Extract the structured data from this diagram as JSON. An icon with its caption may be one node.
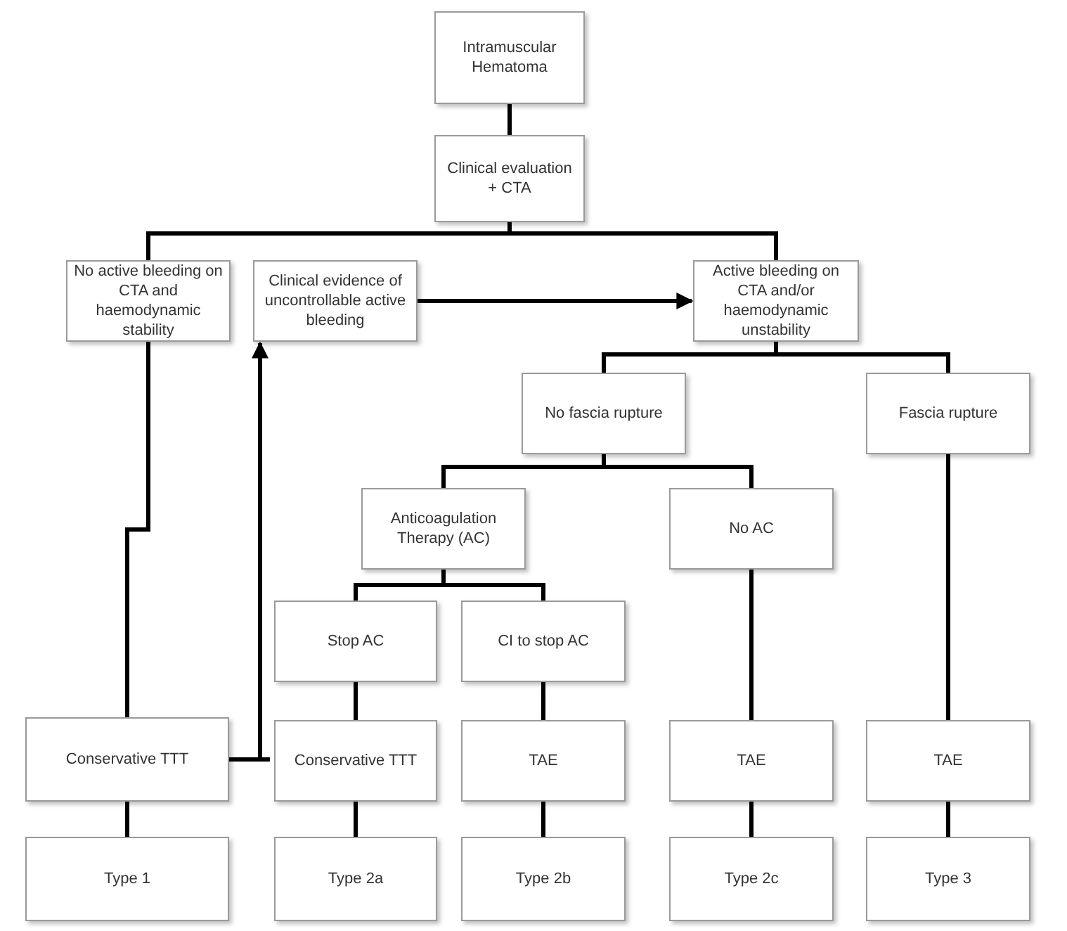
{
  "diagram": {
    "nodes": [
      {
        "text": [
          "Intramuscular Hematoma"
        ]
      },
      {
        "text": [
          "Clinical evaluation + CTA"
        ]
      },
      {
        "text": [
          "No active bleeding on CTA and haemodynamic stability"
        ]
      },
      {
        "text": [
          "Clinical evidence of uncontrollable active bleeding"
        ]
      },
      {
        "text": [
          "Active bleeding on CTA and/or haemodynamic unstability"
        ]
      },
      {
        "text": [
          "No fascia rupture"
        ]
      },
      {
        "text": [
          "Fascia rupture"
        ]
      },
      {
        "text": [
          "Anticoagulation Therapy (AC)"
        ]
      },
      {
        "text": [
          "No AC"
        ]
      },
      {
        "text": [
          "Stop AC"
        ]
      },
      {
        "text": [
          "CI to stop AC"
        ]
      },
      {
        "text": [
          "Conservative TTT"
        ]
      },
      {
        "text": [
          "Conservative TTT"
        ]
      },
      {
        "text": [
          "TAE"
        ]
      },
      {
        "text": [
          "TAE"
        ]
      },
      {
        "text": [
          "TAE"
        ]
      },
      {
        "text": [
          "Type 1"
        ]
      },
      {
        "text": [
          "Type 2a"
        ]
      },
      {
        "text": [
          "Type 2b"
        ]
      },
      {
        "text": [
          "Type 2c"
        ]
      },
      {
        "text": [
          "Type 3"
        ]
      }
    ],
    "edges": [
      {
        "from": 0,
        "to": 1,
        "arrow": "none"
      },
      {
        "from": 1,
        "to": 2,
        "arrow": "none"
      },
      {
        "from": 1,
        "to": 4,
        "arrow": "none"
      },
      {
        "from": 2,
        "to": 11,
        "arrow": "none"
      },
      {
        "from": 3,
        "to": 4,
        "arrow": "to"
      },
      {
        "from": 11,
        "to": 3,
        "arrow": "to"
      },
      {
        "from": 4,
        "to": 5,
        "arrow": "none"
      },
      {
        "from": 4,
        "to": 6,
        "arrow": "none"
      },
      {
        "from": 5,
        "to": 7,
        "arrow": "none"
      },
      {
        "from": 5,
        "to": 8,
        "arrow": "none"
      },
      {
        "from": 7,
        "to": 9,
        "arrow": "none"
      },
      {
        "from": 7,
        "to": 10,
        "arrow": "none"
      },
      {
        "from": 9,
        "to": 12,
        "arrow": "none"
      },
      {
        "from": 10,
        "to": 13,
        "arrow": "none"
      },
      {
        "from": 8,
        "to": 14,
        "arrow": "none"
      },
      {
        "from": 6,
        "to": 15,
        "arrow": "none"
      },
      {
        "from": 11,
        "to": 16,
        "arrow": "none"
      },
      {
        "from": 12,
        "to": 17,
        "arrow": "none"
      },
      {
        "from": 13,
        "to": 18,
        "arrow": "none"
      },
      {
        "from": 14,
        "to": 19,
        "arrow": "none"
      },
      {
        "from": 15,
        "to": 20,
        "arrow": "none"
      }
    ]
  }
}
